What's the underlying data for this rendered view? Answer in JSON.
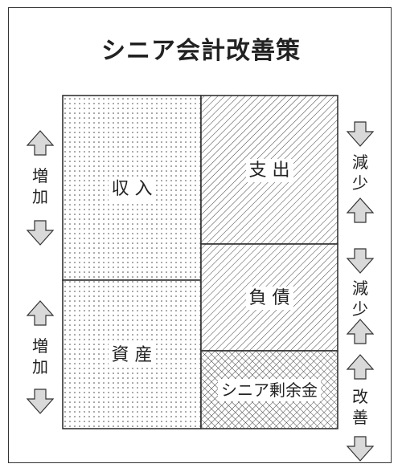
{
  "title": "シニア会計改善策",
  "left": {
    "top_box_label": "収 入",
    "bottom_box_label": "資 産",
    "top_side": {
      "label_chars": [
        "増",
        "加"
      ]
    },
    "bottom_side": {
      "label_chars": [
        "増",
        "加"
      ]
    }
  },
  "right": {
    "top_box_label": "支 出",
    "middle_box_label": "負 債",
    "bottom_box_label": "シニア剰余金",
    "top_side": {
      "label_chars": [
        "減",
        "少"
      ]
    },
    "middle_side": {
      "label_chars": [
        "減",
        "少"
      ]
    },
    "bottom_side": {
      "label_chars": [
        "改",
        "善"
      ]
    }
  },
  "icons": {
    "up": "arrow-up-icon",
    "down": "arrow-down-icon"
  },
  "colors": {
    "line": "#333333",
    "arrow_fill": "#d9d9d9",
    "pattern": "#444444"
  }
}
